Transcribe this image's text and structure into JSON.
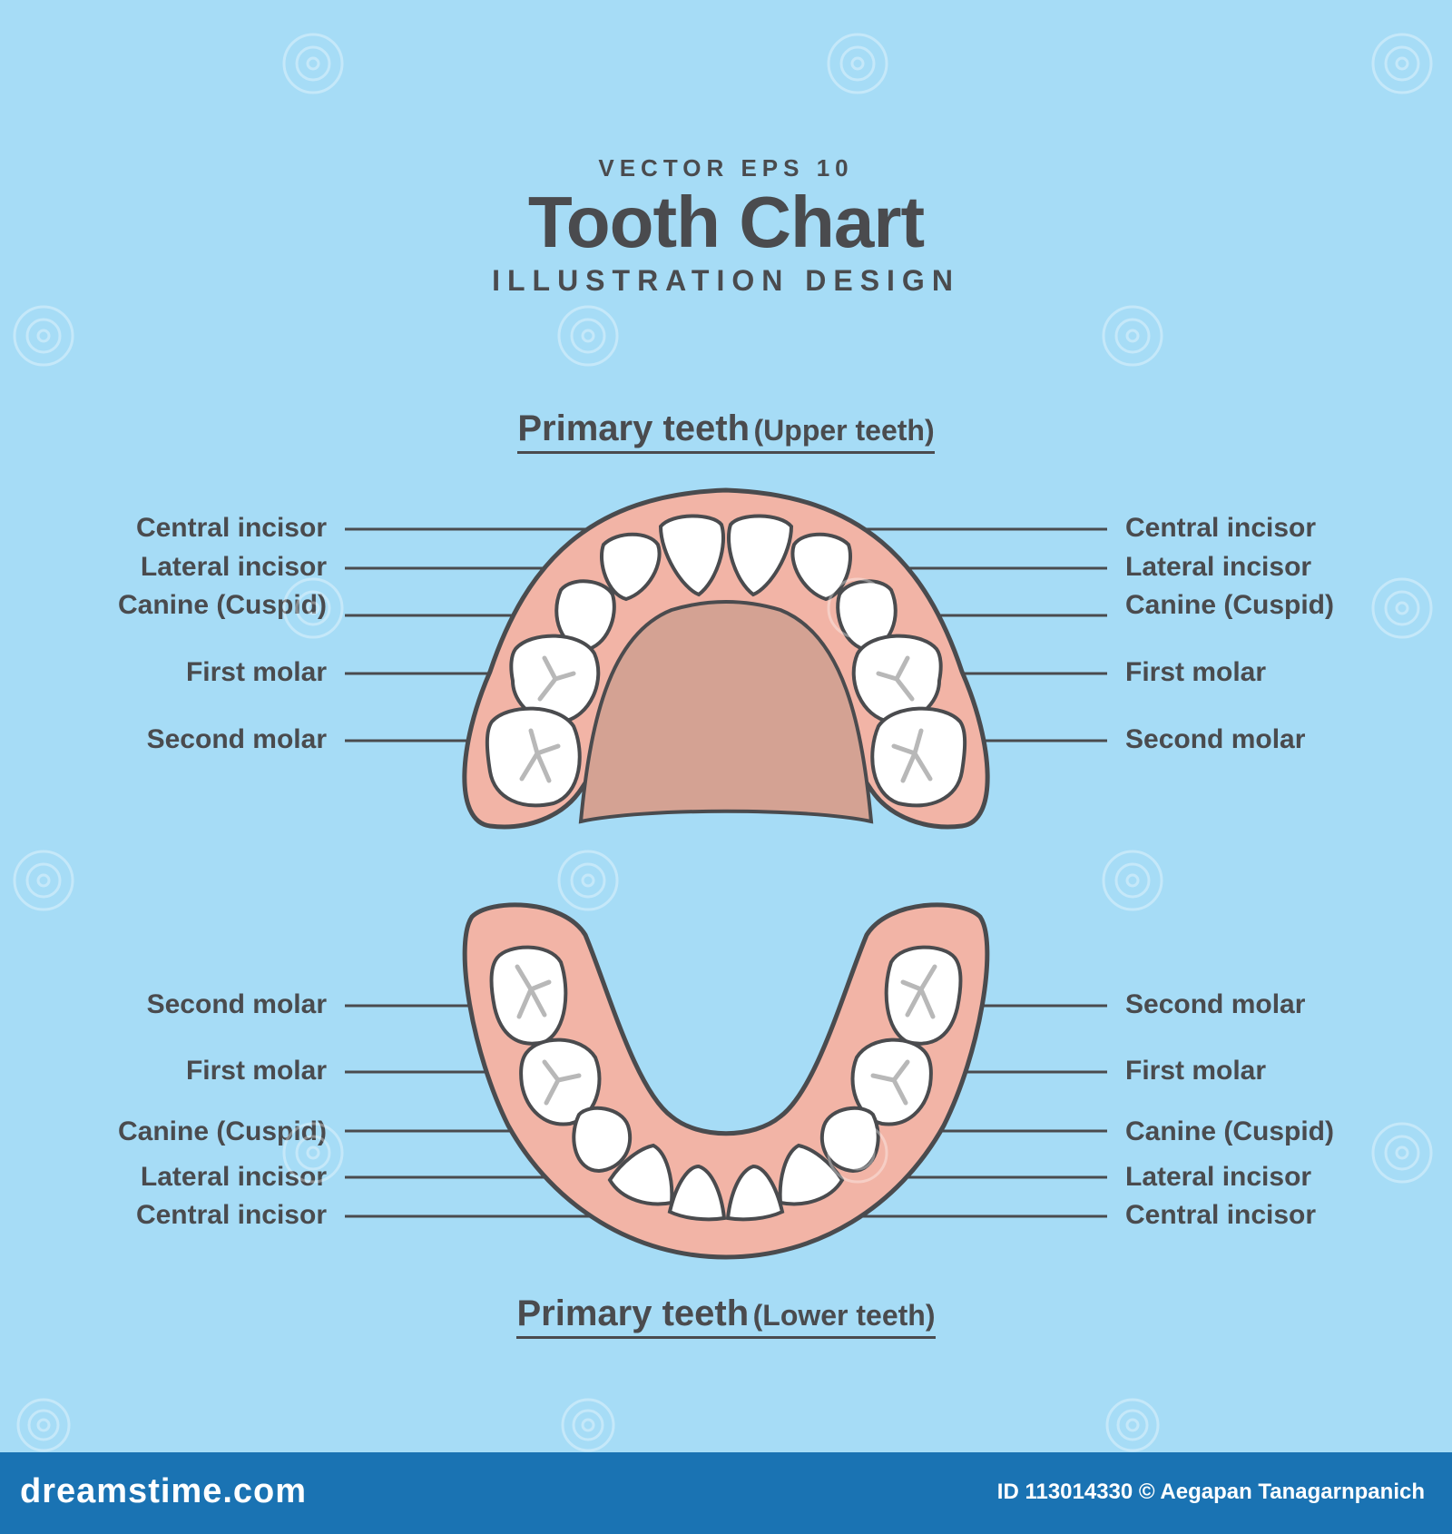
{
  "header": {
    "top": "VECTOR EPS 10",
    "title": "Tooth Chart",
    "subtitle": "ILLUSTRATION DESIGN"
  },
  "upper": {
    "title_main": "Primary teeth",
    "title_paren": "(Upper teeth)",
    "labels": [
      "Central incisor",
      "Lateral incisor",
      "Canine (Cuspid)",
      "First molar",
      "Second molar"
    ]
  },
  "lower": {
    "title_main": "Primary teeth",
    "title_paren": "(Lower teeth)",
    "labels": [
      "Second molar",
      "First molar",
      "Canine (Cuspid)",
      "Lateral incisor",
      "Central incisor"
    ]
  },
  "footer": {
    "brand": "dreamstime.com",
    "credit": "ID 113014330 © Aegapan Tanagarnpanich"
  },
  "colors": {
    "background": "#a6dcf6",
    "gum": "#f2b4a6",
    "palate": "#d4a293",
    "outline": "#4a4b4e",
    "tooth": "#ffffff",
    "footer": "#1a73b3"
  }
}
